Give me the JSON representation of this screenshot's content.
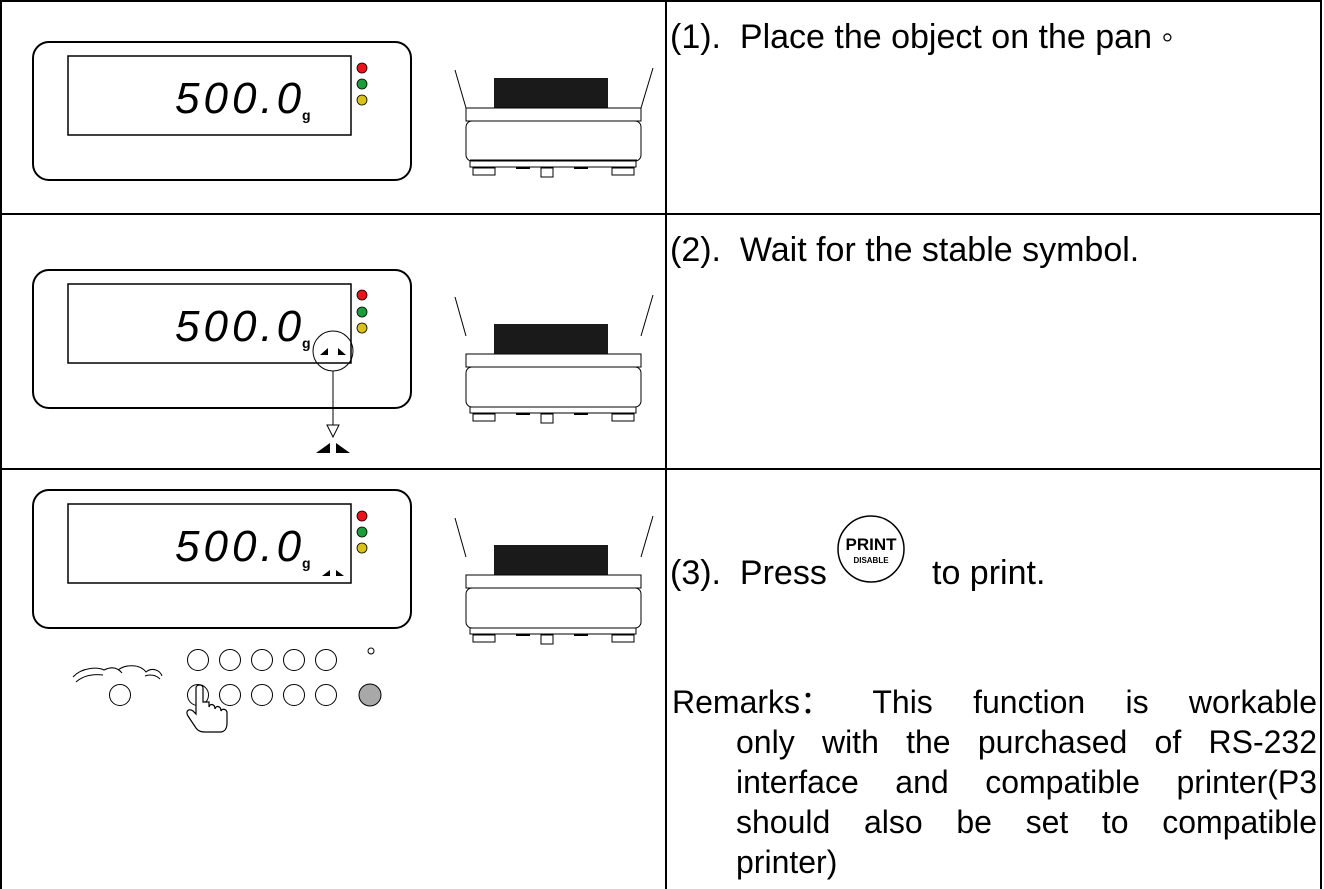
{
  "steps": [
    {
      "number": "(1).",
      "text": "Place the object on the pan ◦"
    },
    {
      "number": "(2).",
      "text": "Wait for the stable symbol."
    },
    {
      "number": "(3).",
      "text_before": "Press",
      "text_after": "to print."
    }
  ],
  "display": {
    "reading": "500.0",
    "unit": "g"
  },
  "print_key": {
    "line1": "PRINT",
    "line2": "DISABLE"
  },
  "remarks": {
    "label": "Remarks：",
    "line1_words": [
      "This",
      "function",
      "is",
      "workable"
    ],
    "line2": "only with the purchased of RS-232",
    "line3": "interface and compatible printer(P3",
    "line4": "should also be set to compatible",
    "line5": "printer)"
  },
  "colors": {
    "led_red": "#e8141b",
    "led_green": "#1a9d3a",
    "led_yellow": "#d8c21a",
    "scale_pan": "#1a1a1a",
    "border": "#000000"
  }
}
